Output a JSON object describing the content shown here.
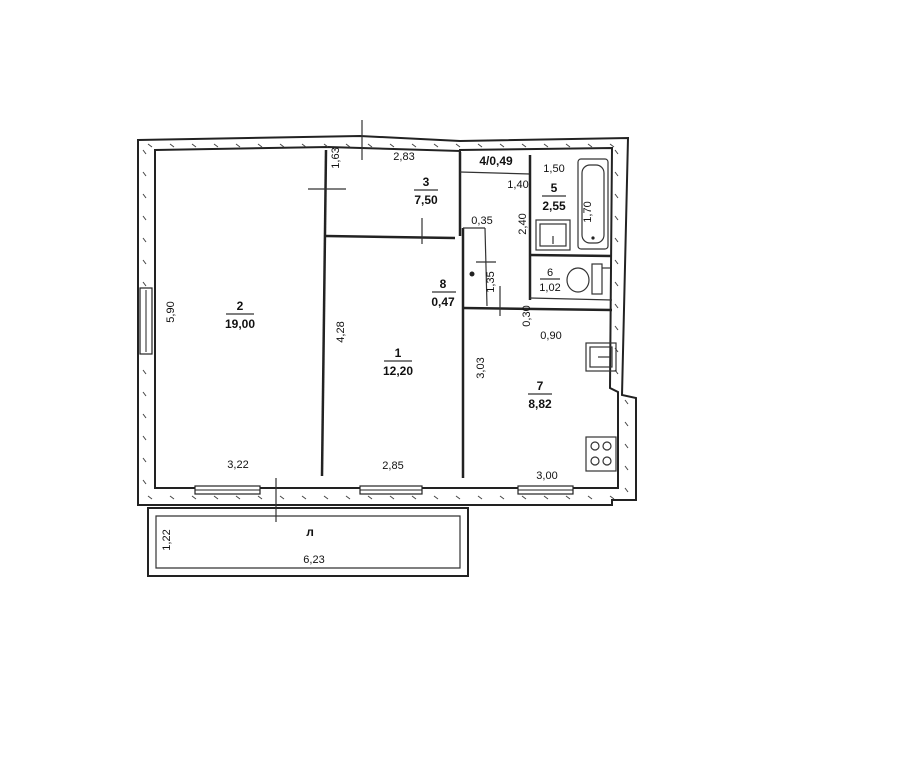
{
  "rooms": [
    {
      "id": "room-2",
      "number": "2",
      "area": "19,00"
    },
    {
      "id": "room-1",
      "number": "1",
      "area": "12,20"
    },
    {
      "id": "room-3",
      "number": "3",
      "area": "7,50"
    },
    {
      "id": "room-4",
      "label": "4/0,49"
    },
    {
      "id": "room-5",
      "number": "5",
      "area": "2,55"
    },
    {
      "id": "room-6",
      "number": "6",
      "area": "1,02"
    },
    {
      "id": "room-7",
      "number": "7",
      "area": "8,82"
    },
    {
      "id": "room-8",
      "number": "8",
      "area": "0,47"
    },
    {
      "id": "balcony",
      "label": "л"
    }
  ],
  "dimensions": {
    "d590": "5,90",
    "d322": "3,22",
    "d428": "4,28",
    "d285": "2,85",
    "d163": "1,63",
    "d283": "2,83",
    "d140": "1,40",
    "d150": "1,50",
    "d240": "2,40",
    "d170": "1,70",
    "d035": "0,35",
    "d135": "1,35",
    "d030": "0,30",
    "d090": "0,90",
    "d303": "3,03",
    "d300": "3,00",
    "d122": "1,22",
    "d623": "6,23"
  }
}
